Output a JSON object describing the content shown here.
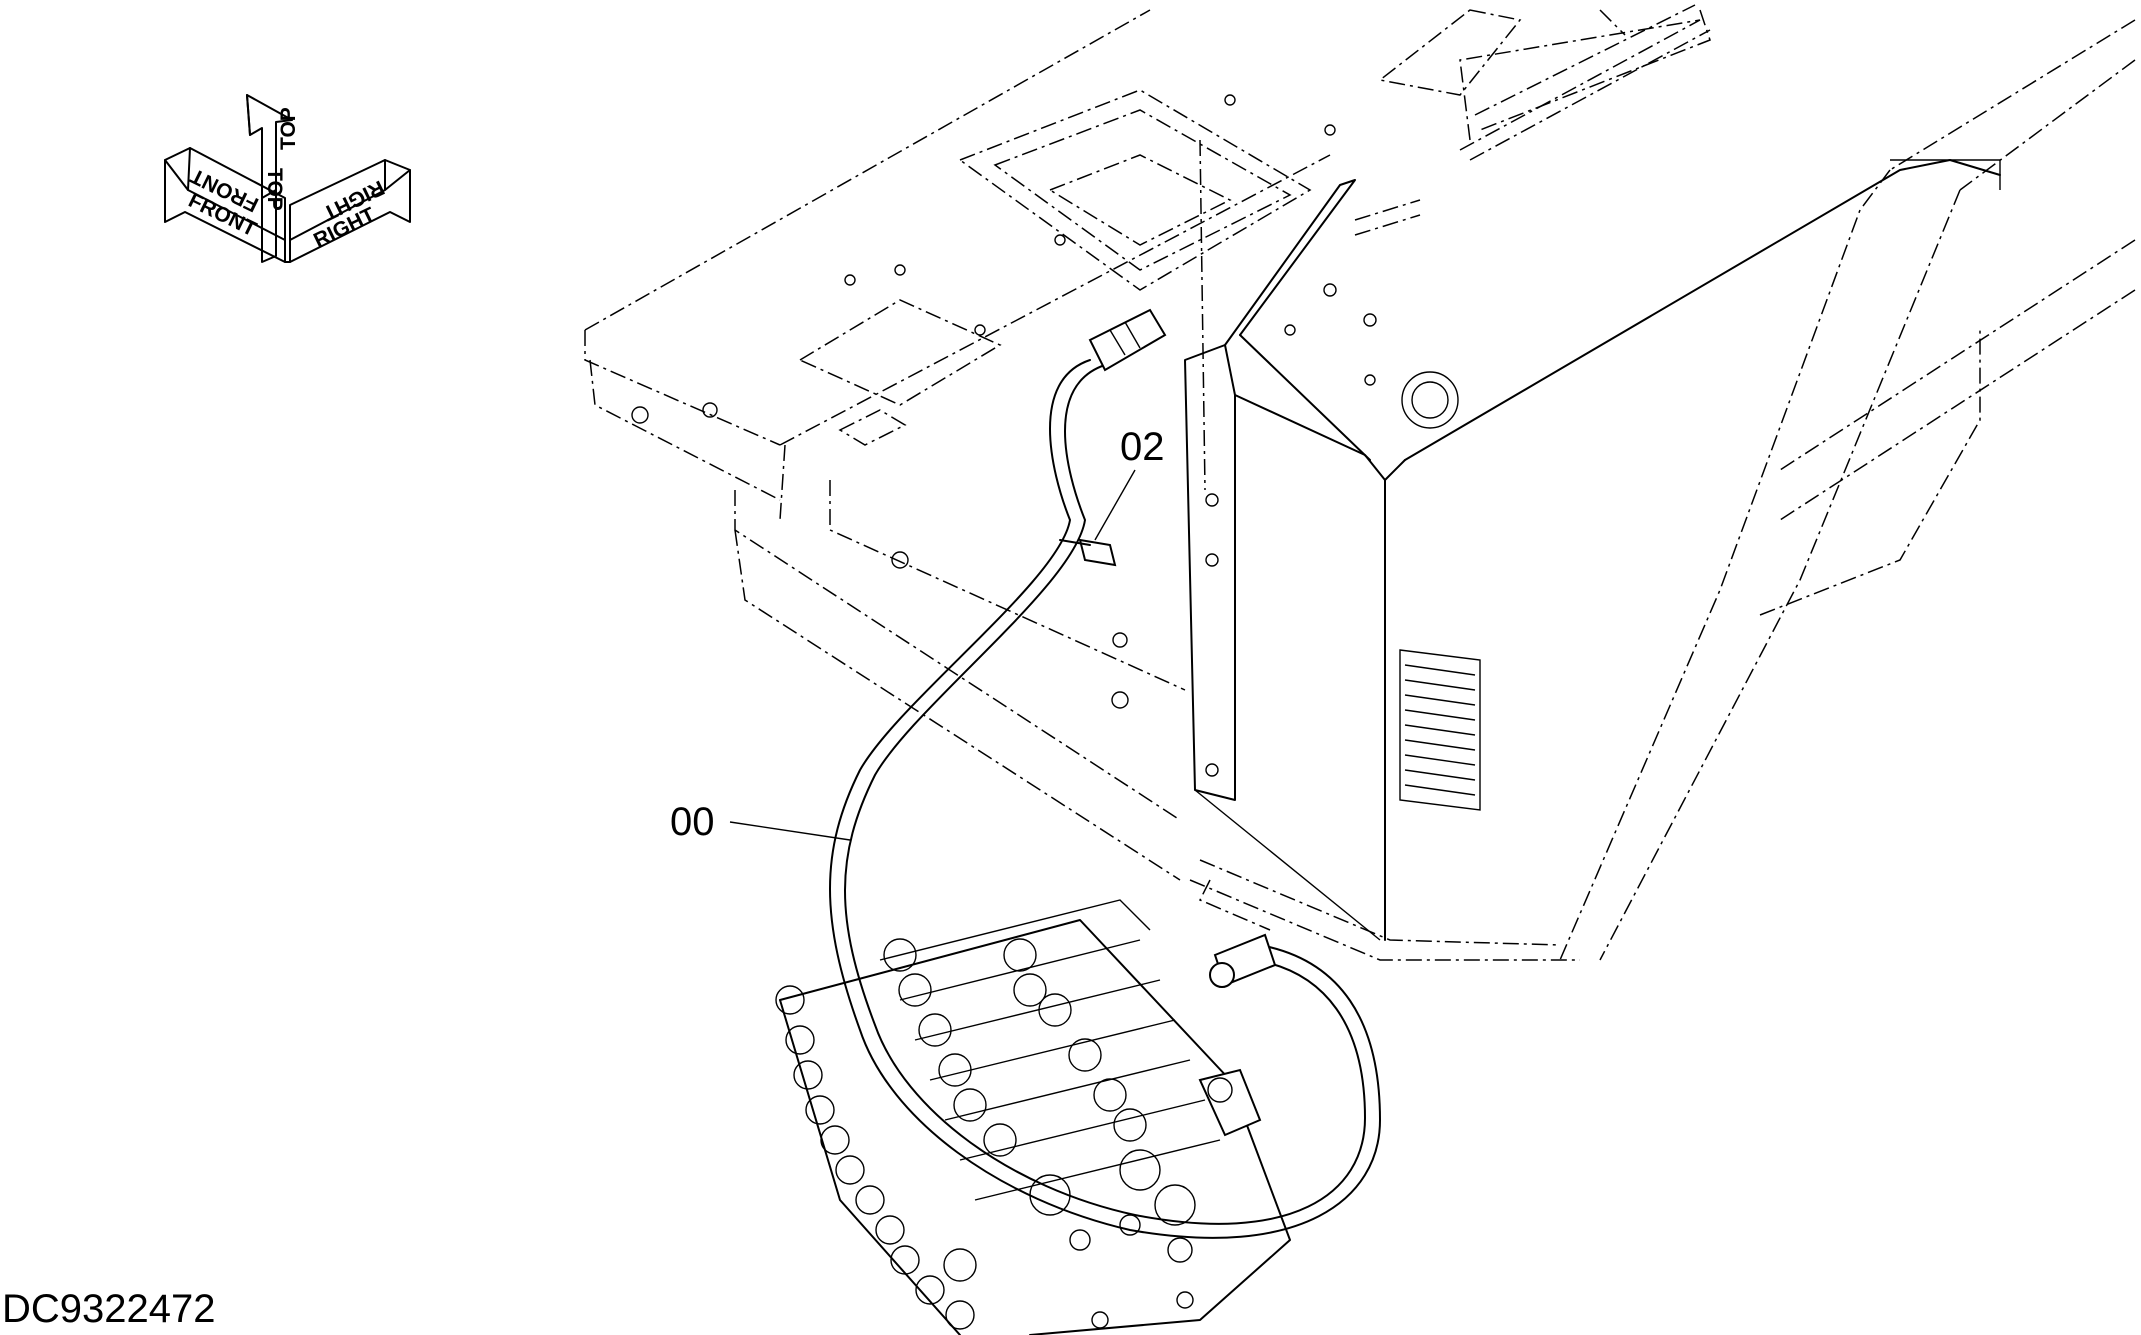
{
  "orientation": {
    "front_label": "FRONT",
    "top_label": "TOP",
    "right_label": "RIGHT"
  },
  "callouts": [
    {
      "id": "callout-00",
      "label": "00"
    },
    {
      "id": "callout-02",
      "label": "02"
    }
  ],
  "document_id": "DC9322472"
}
